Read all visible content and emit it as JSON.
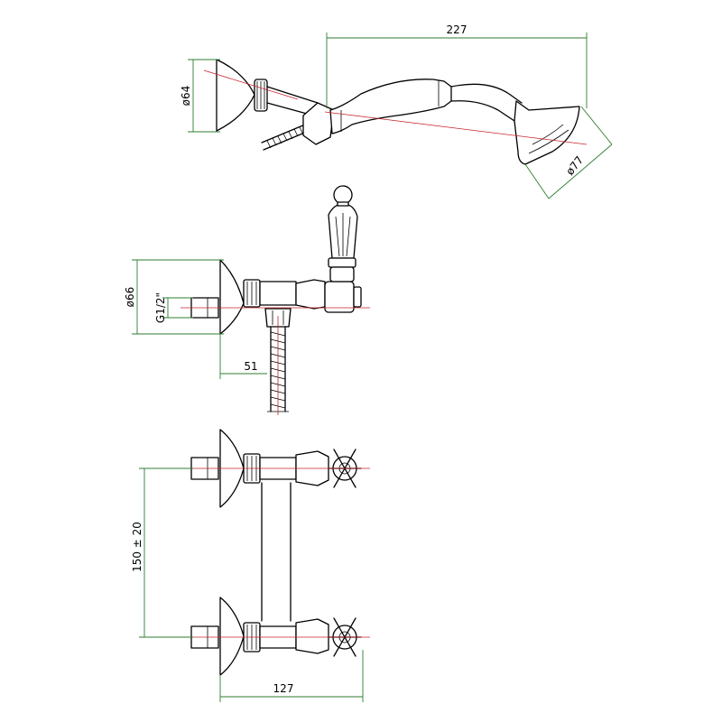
{
  "dimensions": {
    "hand_shower_length": "227",
    "bracket_diameter": "ø64",
    "spray_head_diameter": "ø77",
    "flange_diameter": "ø66",
    "inlet_thread": "G1/2\"",
    "wall_depth": "51",
    "inlet_centres": "150 ± 20",
    "overall_width": "127"
  },
  "colors": {
    "outline": "#000000",
    "centre_line": "#c8232c",
    "dimension_line": "#2e7d32"
  }
}
